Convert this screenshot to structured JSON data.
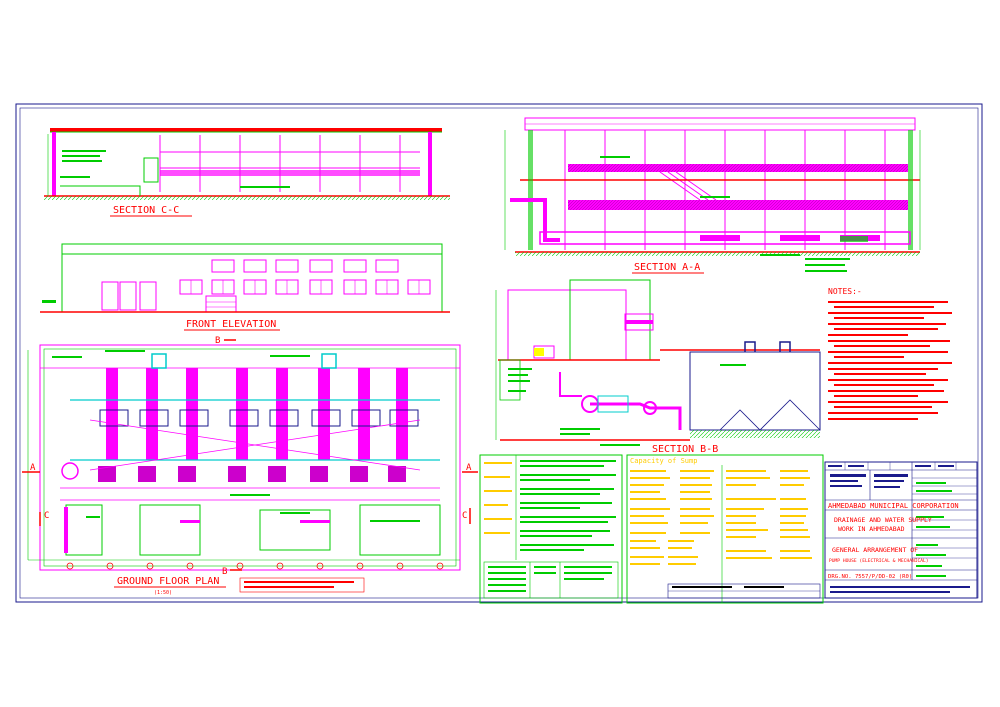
{
  "views": {
    "section_cc": "SECTION C-C",
    "section_aa": "SECTION A-A",
    "front_elevation": "FRONT ELEVATION",
    "section_bb": "SECTION B-B",
    "ground_floor_plan": "GROUND FLOOR PLAN",
    "plan_scale": "(1:50)"
  },
  "markers": {
    "b_top": "B",
    "b_bottom": "B",
    "a_left": "A",
    "a_right": "A",
    "c_left": "C",
    "c_right": "C"
  },
  "notes": {
    "title": "NOTES:-"
  },
  "capacity": {
    "title": "Capacity of Sump"
  },
  "title_block": {
    "corporation": "AHMEDABAD MUNICIPAL CORPORATION",
    "project_line1": "DRAINAGE AND WATER SUPPLY",
    "project_line2": "WORK IN AHMEDABAD",
    "drawing_line1": "GENERAL ARRANGEMENT OF",
    "drawing_line2": "PUMP HOUSE (ELECTRICAL & MECHANICAL)",
    "drg_no": "DRG.NO. 7557/P/DD-02 (R0)"
  },
  "colors": {
    "frame": "#1a1a8c",
    "magenta": "#ff00ff",
    "green": "#00cc00",
    "red": "#ff0000",
    "cyan": "#00cccc",
    "dark": "#333333"
  }
}
